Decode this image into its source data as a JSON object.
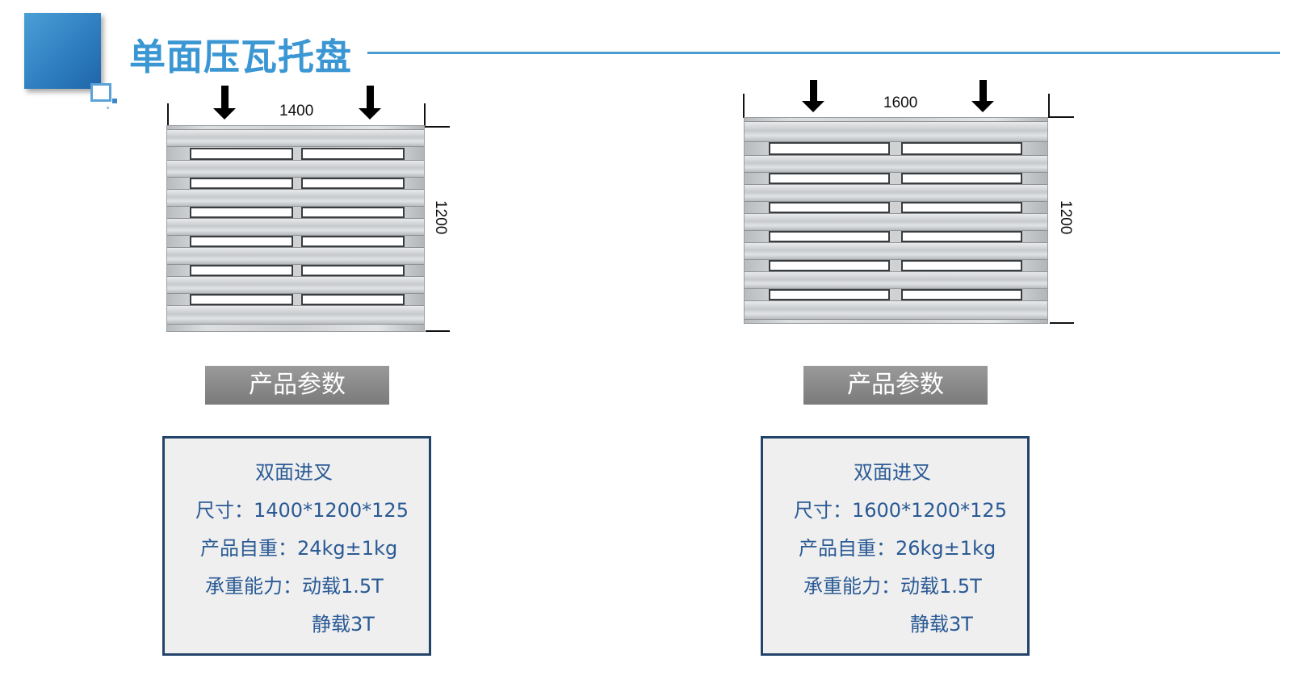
{
  "title": "单面压瓦托盘",
  "products": [
    {
      "width_label": "1400",
      "depth_label": "1200",
      "button_label": "产品参数",
      "spec": {
        "line1": "双面进叉",
        "line2": "尺寸：1400*1200*125",
        "line3": "产品自重：24kg±1kg",
        "line4": "承重能力：动载1.5T",
        "line5": "静载3T"
      }
    },
    {
      "width_label": "1600",
      "depth_label": "1200",
      "button_label": "产品参数",
      "spec": {
        "line1": "双面进叉",
        "line2": "尺寸：1600*1200*125",
        "line3": "产品自重：26kg±1kg",
        "line4": "承重能力：动载1.5T",
        "line5": "静载3T"
      }
    }
  ],
  "colors": {
    "title": "#3b97d3",
    "spec_text": "#2a5a94",
    "spec_border": "#23446a",
    "button_bg": "#8a8a8a"
  }
}
